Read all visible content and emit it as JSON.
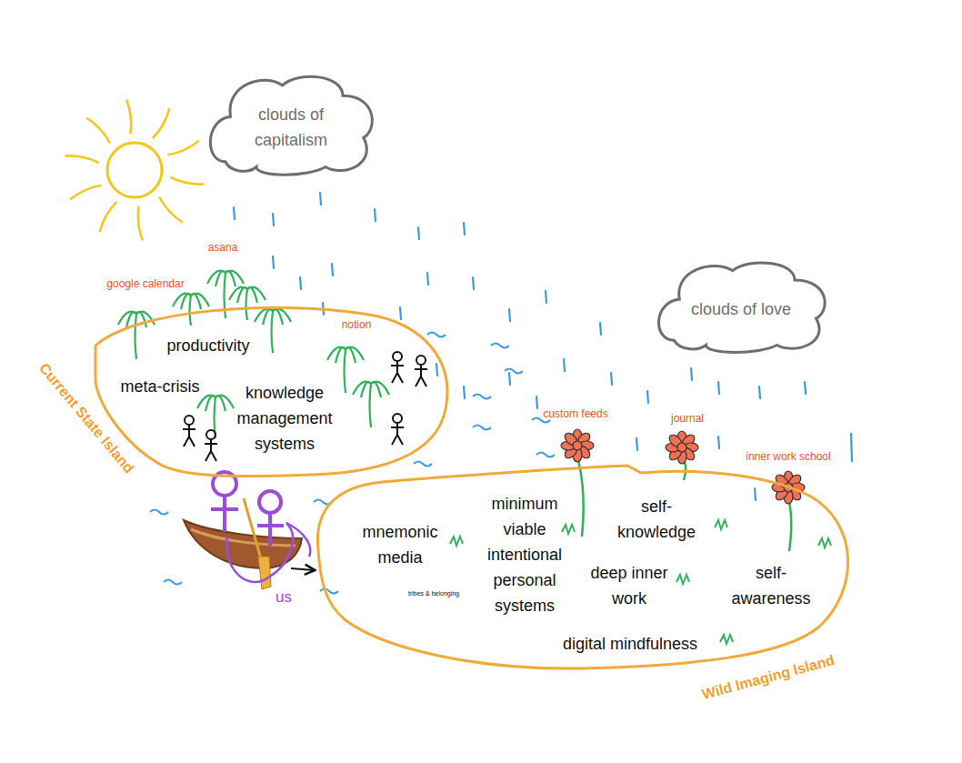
{
  "diagram": {
    "nodes": [
      {
        "text": [
          "clouds of capitalism"
        ]
      },
      {
        "text": [
          "Current State Island",
          "productivity",
          "meta-crisis",
          "knowledge management systems"
        ]
      },
      {
        "text": [
          "clouds of love"
        ]
      },
      {
        "text": [
          "mnemonic media",
          "tribes & belonging",
          "minimum viable intentional personal systems",
          "self-knowledge",
          "deep inner work",
          "self-awareness",
          "digital mindfulness",
          "Wild Imaging Island"
        ]
      }
    ],
    "labels": [
      "google calendar",
      "asana",
      "notion",
      "custom feeds",
      "journal",
      "inner work school",
      "us"
    ]
  }
}
